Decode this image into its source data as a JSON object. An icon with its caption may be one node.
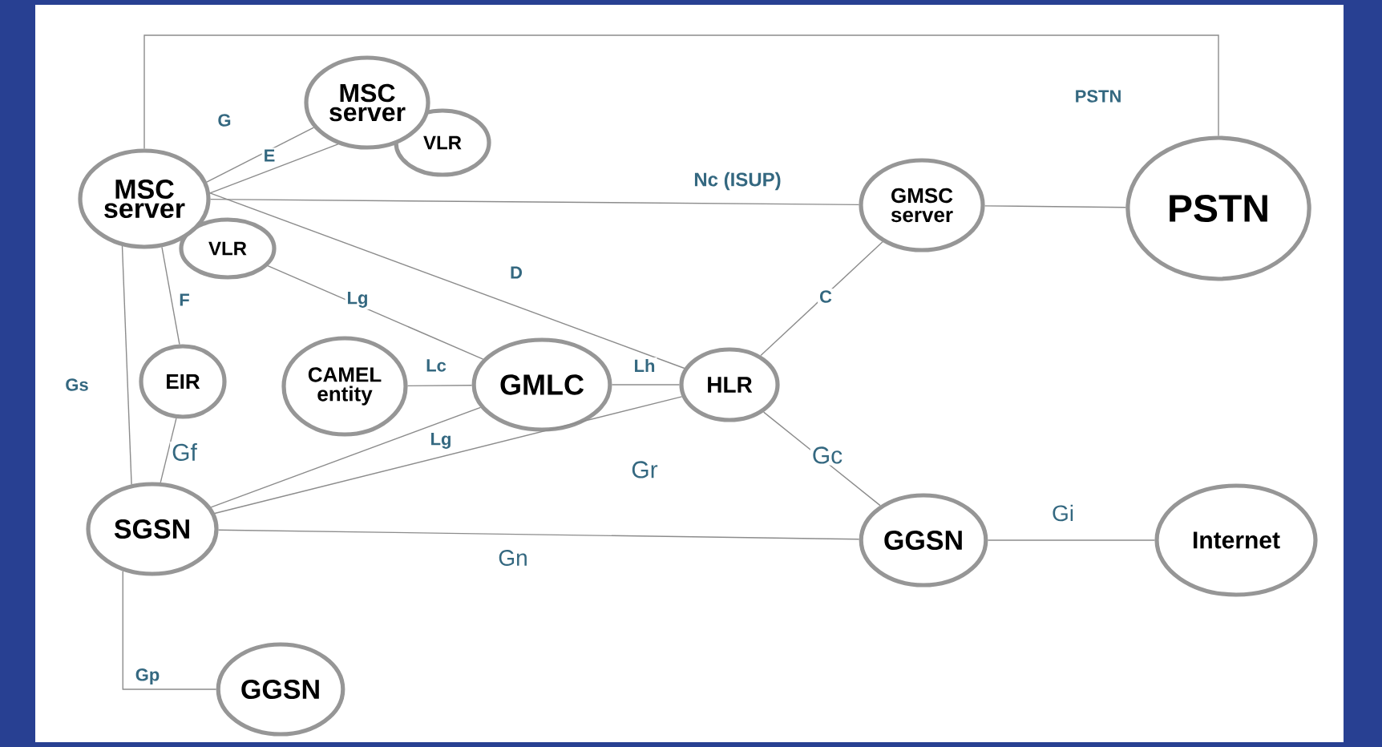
{
  "diagram": {
    "nodes": [
      {
        "text": [
          "MSC server"
        ]
      },
      {
        "text": [
          "VLR"
        ]
      },
      {
        "text": [
          "MSC server"
        ]
      },
      {
        "text": [
          "VLR"
        ]
      },
      {
        "text": [
          "GMSC server"
        ]
      },
      {
        "text": [
          "PSTN"
        ]
      },
      {
        "text": [
          "EIR"
        ]
      },
      {
        "text": [
          "CAMEL entity"
        ]
      },
      {
        "text": [
          "GMLC"
        ]
      },
      {
        "text": [
          "HLR"
        ]
      },
      {
        "text": [
          "SGSN"
        ]
      },
      {
        "text": [
          "GGSN"
        ]
      },
      {
        "text": [
          "Internet"
        ]
      },
      {
        "text": [
          "GGSN"
        ]
      }
    ],
    "edges": [
      {
        "from": 2,
        "to": 0,
        "arrow": "none",
        "label": "G"
      },
      {
        "from": 2,
        "to": 0,
        "arrow": "none",
        "label": "E"
      },
      {
        "from": 2,
        "to": 5,
        "arrow": "none",
        "label": "PSTN"
      },
      {
        "from": 2,
        "to": 4,
        "arrow": "none",
        "label": "Nc (ISUP)"
      },
      {
        "from": 4,
        "to": 5,
        "arrow": "none"
      },
      {
        "from": 2,
        "to": 9,
        "arrow": "none",
        "label": "D"
      },
      {
        "from": 3,
        "to": 8,
        "arrow": "none",
        "label": "Lg"
      },
      {
        "from": 2,
        "to": 6,
        "arrow": "none",
        "label": "F"
      },
      {
        "from": 2,
        "to": 10,
        "arrow": "none",
        "label": "Gs"
      },
      {
        "from": 7,
        "to": 8,
        "arrow": "none",
        "label": "Lc"
      },
      {
        "from": 8,
        "to": 9,
        "arrow": "none",
        "label": "Lh"
      },
      {
        "from": 9,
        "to": 4,
        "arrow": "none",
        "label": "C"
      },
      {
        "from": 10,
        "to": 8,
        "arrow": "none",
        "label": "Lg"
      },
      {
        "from": 10,
        "to": 9,
        "arrow": "none",
        "label": "Gr"
      },
      {
        "from": 10,
        "to": 11,
        "arrow": "none",
        "label": "Gn"
      },
      {
        "from": 9,
        "to": 11,
        "arrow": "none",
        "label": "Gc"
      },
      {
        "from": 11,
        "to": 12,
        "arrow": "none",
        "label": "Gi"
      },
      {
        "from": 6,
        "to": 10,
        "arrow": "none",
        "label": "Gf"
      },
      {
        "from": 10,
        "to": 13,
        "arrow": "none",
        "label": "Gp"
      }
    ]
  }
}
